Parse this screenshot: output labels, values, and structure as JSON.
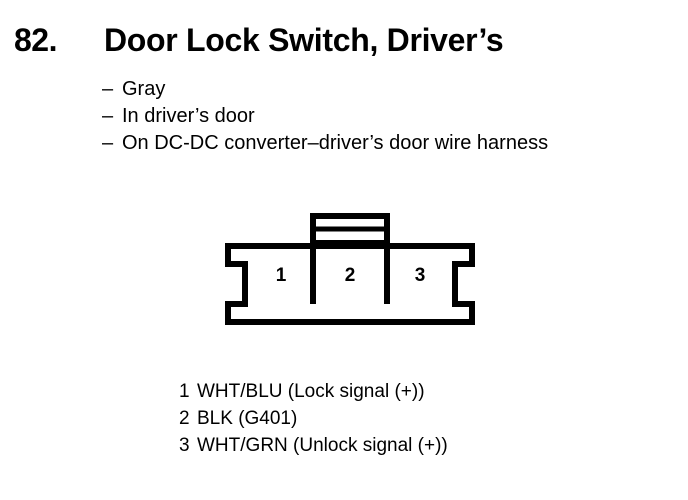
{
  "page": {
    "background_color": "#ffffff",
    "ink_color": "#000000"
  },
  "header": {
    "number": "82.",
    "title": "Door Lock Switch, Driver’s"
  },
  "notes": {
    "bullet_glyph": "–",
    "items": [
      {
        "text": "Gray"
      },
      {
        "text": "In driver’s door"
      },
      {
        "text": "On DC-DC converter–driver’s door wire harness"
      }
    ]
  },
  "connector": {
    "name": "3-pin connector",
    "pins": [
      {
        "number": "1"
      },
      {
        "number": "2"
      },
      {
        "number": "3"
      }
    ]
  },
  "legend": {
    "rows": [
      {
        "pin": "1",
        "description": "WHT/BLU (Lock signal (+))"
      },
      {
        "pin": "2",
        "description": "BLK (G401)"
      },
      {
        "pin": "3",
        "description": "WHT/GRN (Unlock signal (+))"
      }
    ]
  }
}
